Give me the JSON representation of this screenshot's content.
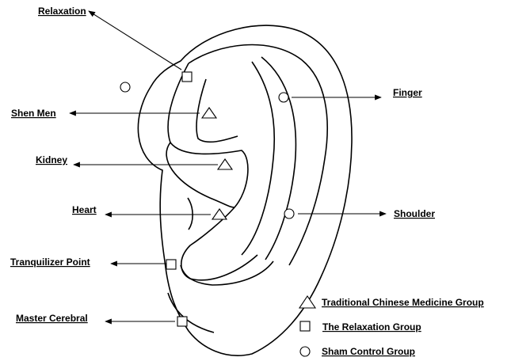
{
  "points": {
    "relaxation": "Relaxation",
    "shen_men": "Shen Men",
    "kidney": "Kidney",
    "heart": "Heart",
    "tranquilizer": "Tranquilizer Point",
    "master_cerebral": "Master Cerebral",
    "finger": "Finger",
    "shoulder": "Shoulder"
  },
  "legend": {
    "tcm": "Traditional Chinese Medicine Group",
    "relaxation_group": "The Relaxation Group",
    "sham": "Sham Control Group"
  },
  "marker_icons": {
    "triangle": "triangle-icon",
    "square": "square-icon",
    "circle": "circle-icon"
  }
}
